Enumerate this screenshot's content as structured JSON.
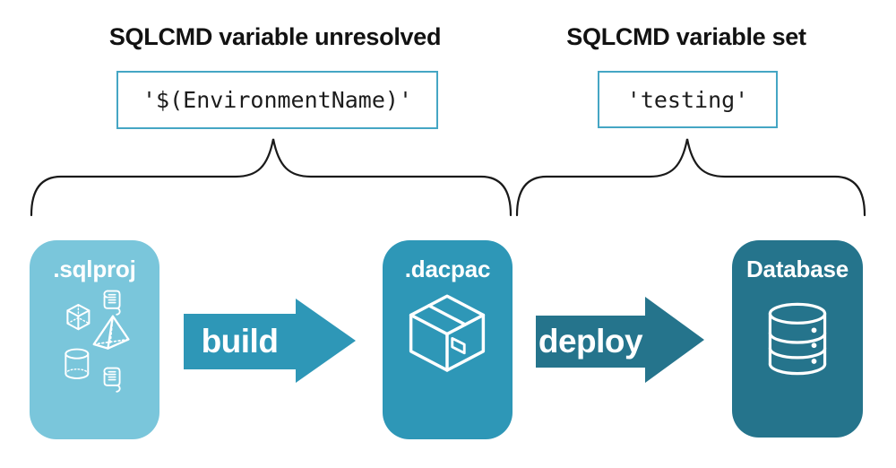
{
  "annotations": {
    "left": {
      "title": "SQLCMD variable unresolved",
      "code": "'$(EnvironmentName)'"
    },
    "right": {
      "title": "SQLCMD variable set",
      "code": "'testing'"
    }
  },
  "pipeline": {
    "stages": [
      {
        "id": "sqlproj",
        "label": ".sqlproj",
        "icon": "sql-objects-icon"
      },
      {
        "id": "dacpac",
        "label": ".dacpac",
        "icon": "package-icon"
      },
      {
        "id": "database",
        "label": "Database",
        "icon": "database-icon"
      }
    ],
    "arrows": [
      {
        "label": "build"
      },
      {
        "label": "deploy"
      }
    ]
  },
  "colors": {
    "stage_sqlproj": "#7ac6db",
    "stage_dacpac": "#2e97b7",
    "stage_database": "#25748c",
    "arrow_build": "#2e97b7",
    "arrow_deploy": "#25748c",
    "code_box_border": "#45a6c4",
    "icon_stroke": "#ffffff",
    "brace": "#1a1a1a",
    "heading_text": "#121212"
  }
}
